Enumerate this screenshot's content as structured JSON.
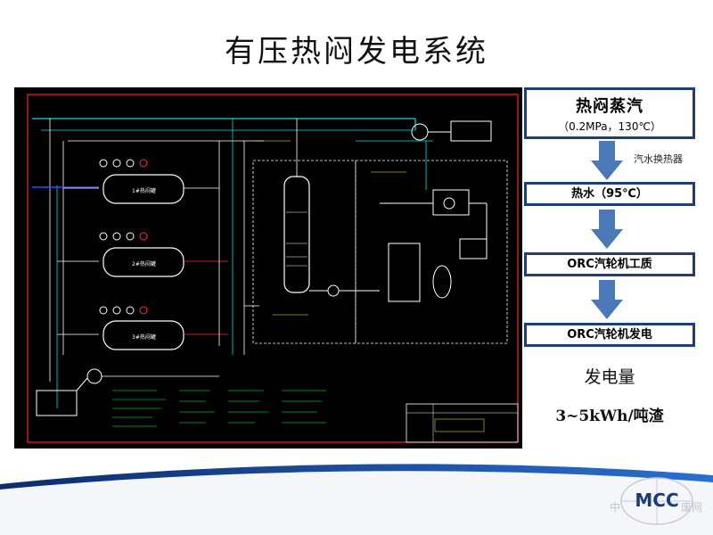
{
  "slide": {
    "title": "有压热闷发电系统"
  },
  "flow": {
    "steps": [
      {
        "main": "热闷蒸汽",
        "sub": "（0.2MPa，130℃）"
      },
      {
        "main": "热水（95℃）"
      },
      {
        "main": "ORC汽轮机工质"
      },
      {
        "main": "ORC汽轮机发电"
      }
    ],
    "exchanger_label": "汽水换热器",
    "arrow_color": "#4a78b8",
    "box_border_color": "#1f3f74"
  },
  "output": {
    "label": "发电量",
    "value": "3~5kWh/吨渣"
  },
  "watermark": {
    "logo_text": "MCC",
    "left_char": "中",
    "right_chars": "废网"
  },
  "diagram": {
    "tanks": [
      {
        "label": "1#热闷罐"
      },
      {
        "label": "2#热闷罐"
      },
      {
        "label": "3#热闷罐"
      }
    ],
    "colors": {
      "background": "#000000",
      "border": "#ff2020",
      "pipe": "#ffffff",
      "steam_pipe": "#00e0e0",
      "hot_water": "#ff3030",
      "aux": "#00ff40",
      "annotation": "#ffff40",
      "blue_line": "#3050ff"
    }
  }
}
